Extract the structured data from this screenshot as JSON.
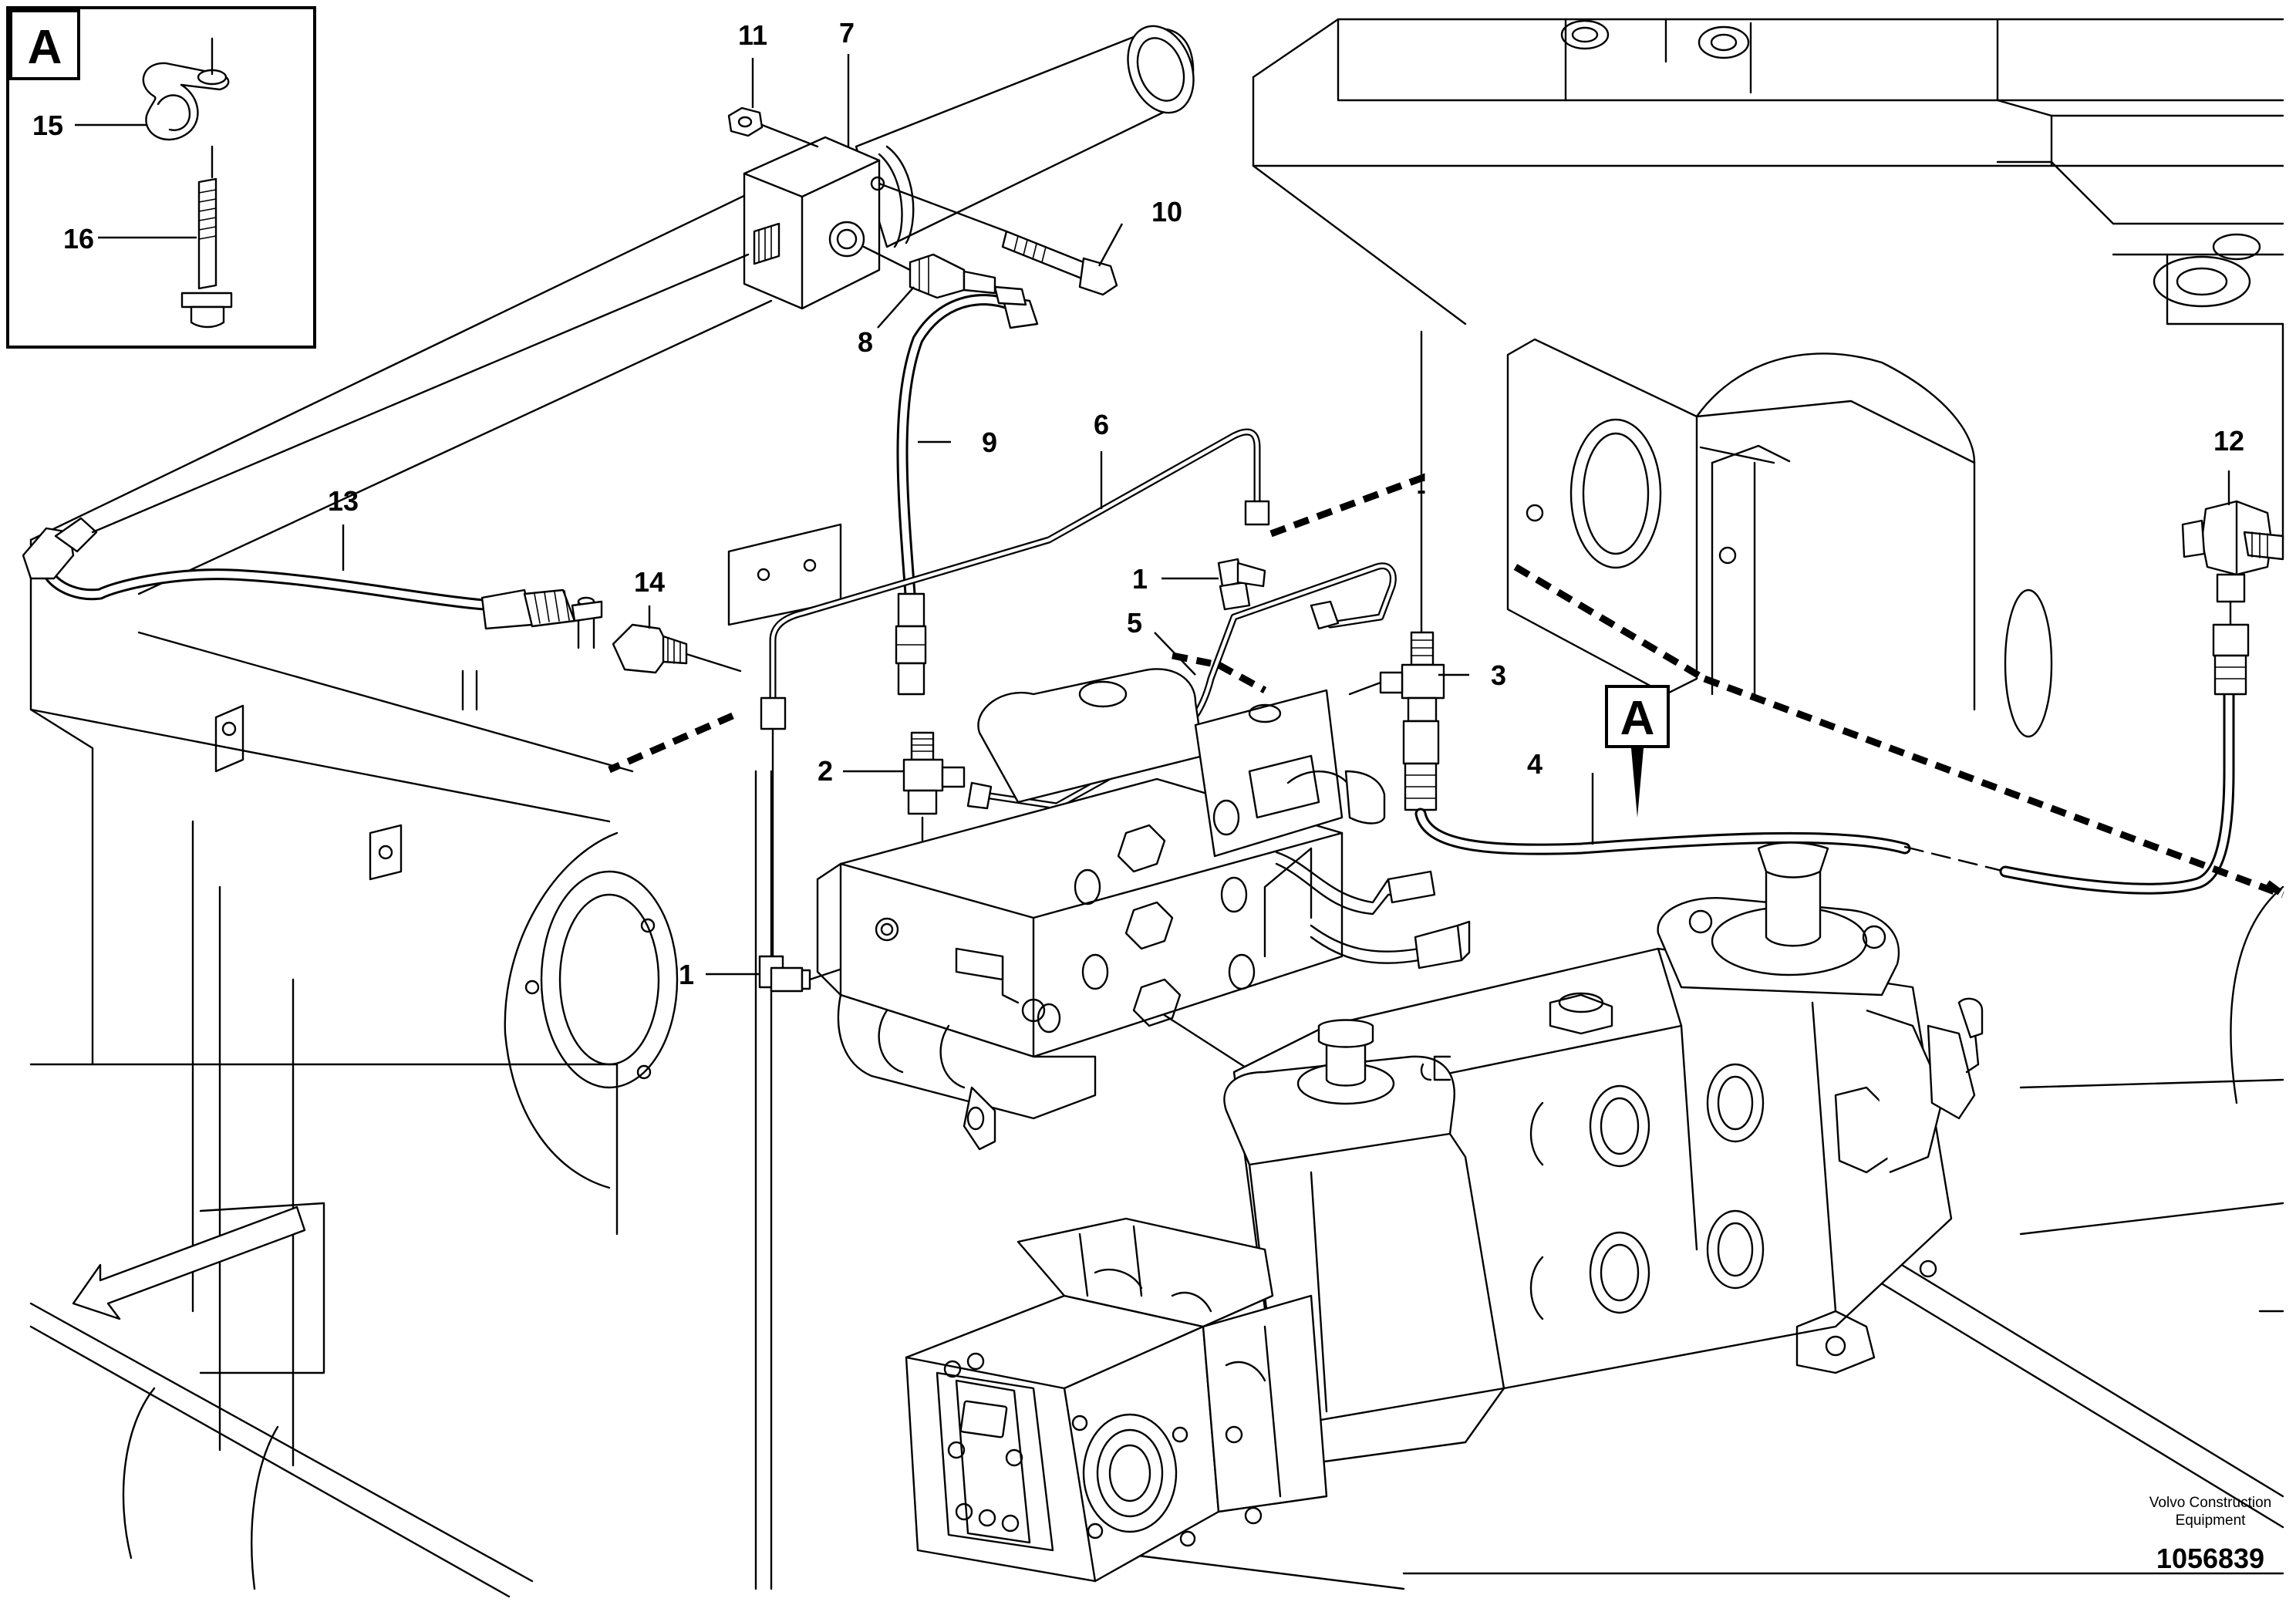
{
  "callouts": [
    {
      "key": "c1a",
      "label": "1"
    },
    {
      "key": "c1b",
      "label": "1"
    },
    {
      "key": "c2",
      "label": "2"
    },
    {
      "key": "c3",
      "label": "3"
    },
    {
      "key": "c4",
      "label": "4"
    },
    {
      "key": "c5",
      "label": "5"
    },
    {
      "key": "c6",
      "label": "6"
    },
    {
      "key": "c7",
      "label": "7"
    },
    {
      "key": "c8",
      "label": "8"
    },
    {
      "key": "c9",
      "label": "9"
    },
    {
      "key": "c10",
      "label": "10"
    },
    {
      "key": "c11",
      "label": "11"
    },
    {
      "key": "c12",
      "label": "12"
    },
    {
      "key": "c13",
      "label": "13"
    },
    {
      "key": "c14",
      "label": "14"
    },
    {
      "key": "c15",
      "label": "15"
    },
    {
      "key": "c16",
      "label": "16"
    }
  ],
  "detail_view": {
    "label": "A"
  },
  "detail_marker": {
    "label": "A"
  },
  "credit": {
    "line1": "Volvo Construction",
    "line2": "Equipment"
  },
  "document_number": "1056839"
}
